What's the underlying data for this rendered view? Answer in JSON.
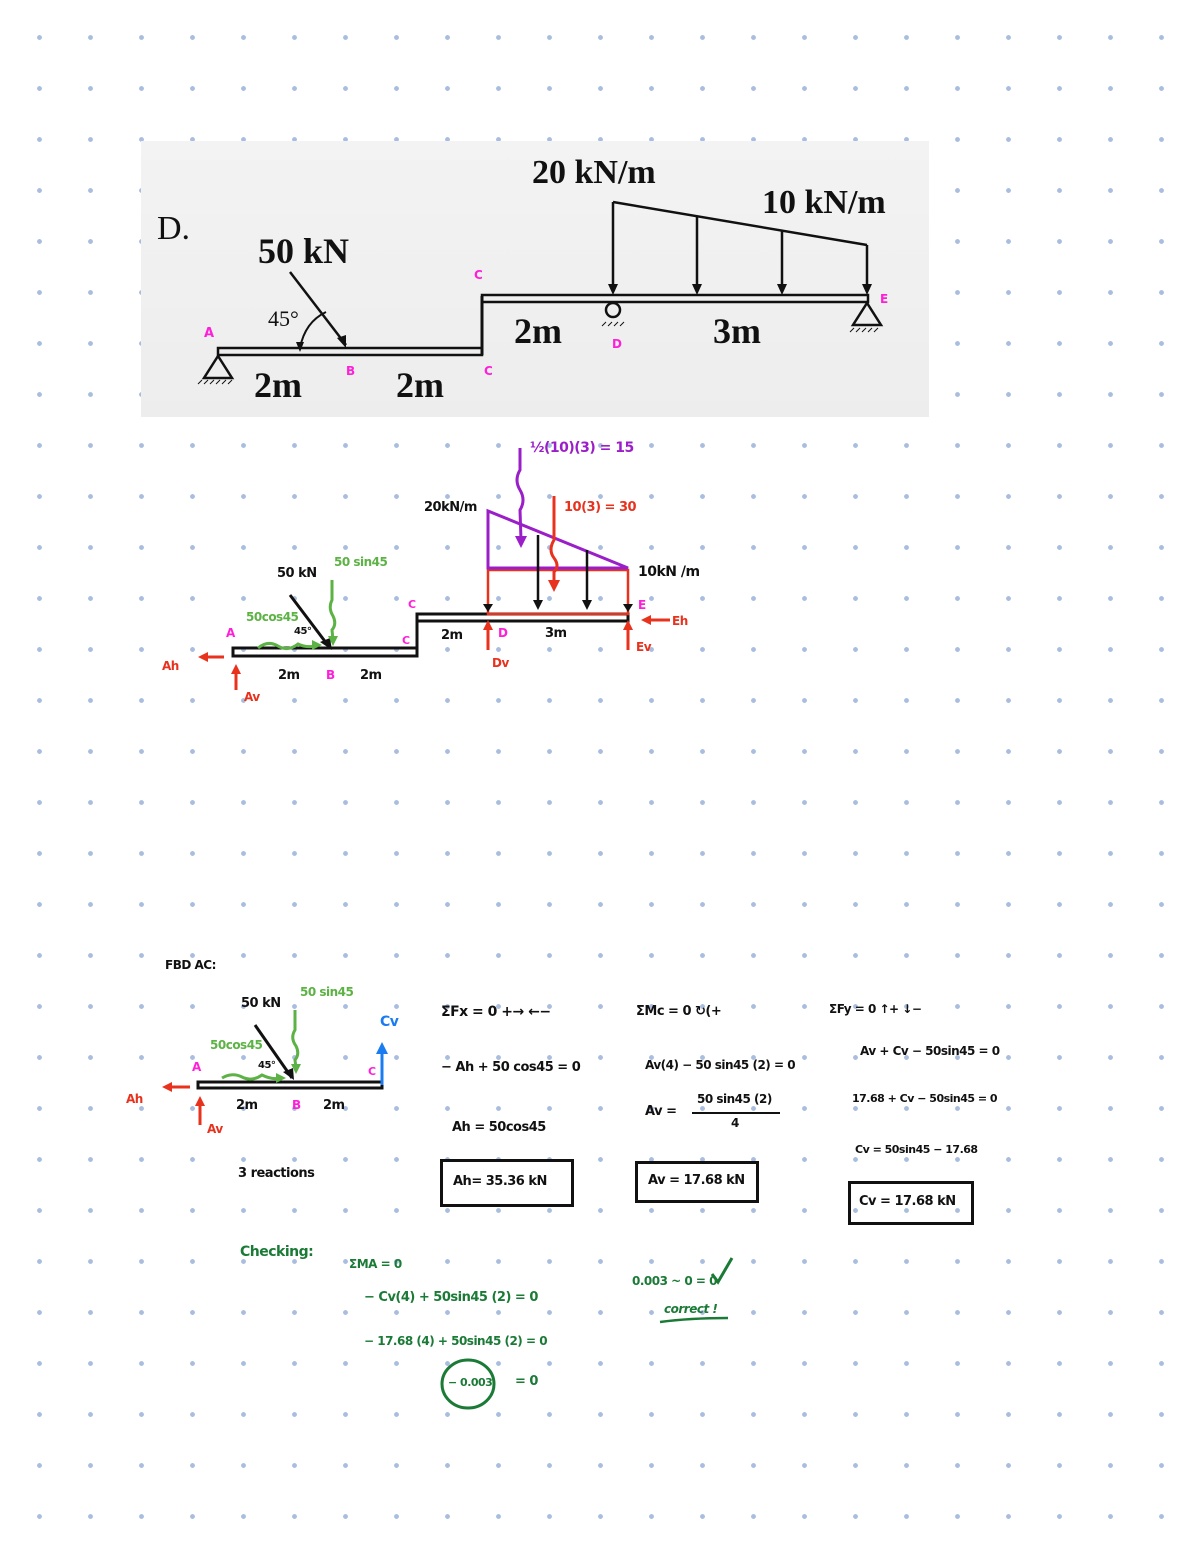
{
  "problem": {
    "label": "D.",
    "point_load": "50 kN",
    "angle": "45°",
    "udl_max": "20 kN/m",
    "udl_min": "10 kN/m",
    "spans": [
      "2m",
      "2m",
      "2m",
      "3m"
    ],
    "points": [
      "A",
      "B",
      "C",
      "C",
      "D",
      "E"
    ]
  },
  "fbd_full": {
    "point_load": "50 kN",
    "horizontal_comp": "50cos45",
    "vertical_comp": "50 sin45",
    "angle": "45°",
    "triangle_resultant": "½(10)(3) = 15",
    "rect_resultant": "10(3) = 30",
    "load_left": "20kN/m",
    "load_right": "10kN /m",
    "span_ab": "2m",
    "span_bc": "2m",
    "span_cd": "2m",
    "span_de": "3m",
    "labels": {
      "A": "A",
      "B": "B",
      "C1": "C",
      "C2": "C",
      "D": "D",
      "E": "E"
    },
    "reactions": {
      "Ah": "Ah",
      "Av": "Av",
      "Dv": "Dv",
      "Eh": "Eh",
      "Ev": "Ev"
    }
  },
  "fbd_ac": {
    "title": "FBD AC:",
    "point_load": "50 kN",
    "horizontal_comp": "50cos45",
    "vertical_comp": "50 sin45",
    "angle": "45°",
    "span_ab": "2m",
    "span_bc": "2m",
    "labels": {
      "A": "A",
      "B": "B",
      "C": "C"
    },
    "reactions": {
      "Ah": "Ah",
      "Av": "Av",
      "Cv": "Cv"
    },
    "note": "3 reactions"
  },
  "eq_fx": {
    "header": "ΣFx = 0  +→ ←−",
    "line1": "− Ah  +  50 cos45  = 0",
    "line2": "Ah  =  50cos45",
    "result": "Ah= 35.36 kN"
  },
  "eq_mc": {
    "header": "ΣMc = 0 ↻(+",
    "line1": "Av(4) − 50 sin45 (2) = 0",
    "frac_label": "Av =",
    "frac_num": "50 sin45 (2)",
    "frac_den": "4",
    "result": "Av = 17.68 kN"
  },
  "eq_fy": {
    "header": "ΣFy = 0  ↑+ ↓−",
    "line1": "Av + Cv − 50sin45  = 0",
    "line2": "17.68 + Cv − 50sin45 = 0",
    "line3": "Cv = 50sin45 − 17.68",
    "result": "Cv = 17.68 kN"
  },
  "checking": {
    "label": "Checking:",
    "header": "ΣMA = 0",
    "line1": "− Cv(4)  + 50sin45 (2) = 0",
    "line2": "− 17.68 (4)  +  50sin45 (2) = 0",
    "line3_circled": "− 0.003",
    "line3_rest": "= 0",
    "approx": "0.003 ~ 0 = 0",
    "verdict": "correct !"
  },
  "colors": {
    "red": "#e8321e",
    "green": "#5cb244",
    "dark_green": "#1a7a36",
    "purple": "#9a1fc8",
    "magenta": "#ff1fd8",
    "blue": "#1a7cf0",
    "ink": "#111111"
  }
}
